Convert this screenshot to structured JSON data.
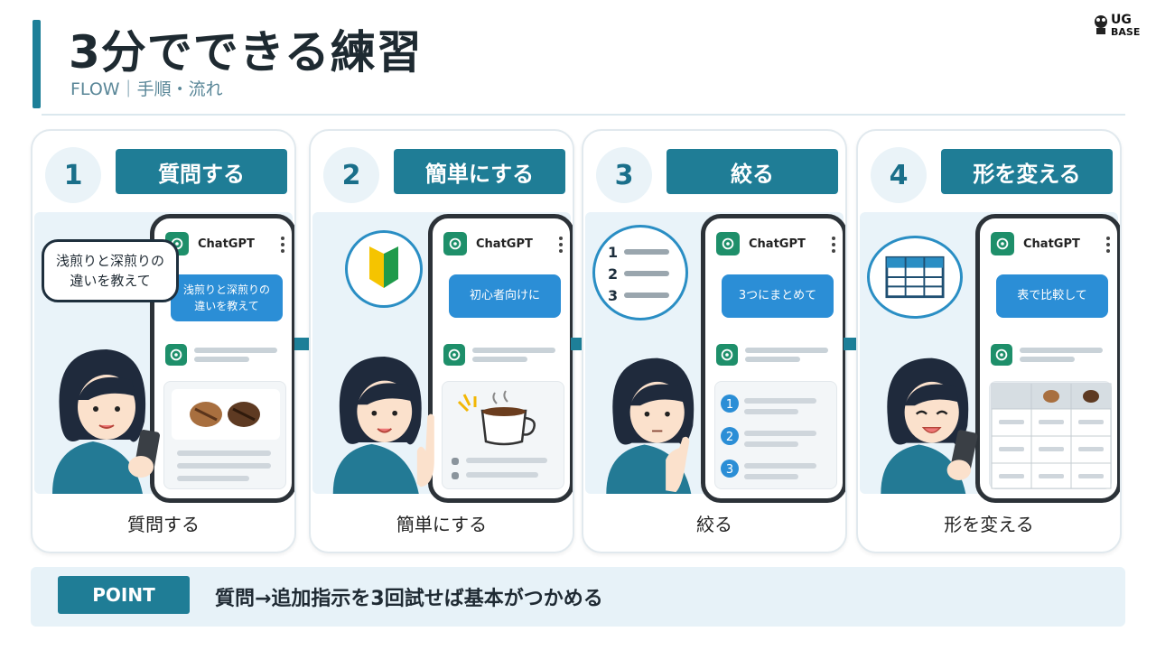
{
  "header": {
    "title": "3分でできる練習",
    "subtitle": "FLOW｜手順・流れ",
    "logo_text_top": "UG",
    "logo_text_bottom": "BASE"
  },
  "steps": [
    {
      "number": "1",
      "banner": "質問する",
      "caption": "質問する",
      "app_name": "ChatGPT",
      "speech": "浅煎りと深煎りの違いを教えて",
      "user_message": "浅煎りと深煎りの違いを教えて"
    },
    {
      "number": "2",
      "banner": "簡単にする",
      "caption": "簡単にする",
      "app_name": "ChatGPT",
      "user_message": "初心者向けに"
    },
    {
      "number": "3",
      "banner": "絞る",
      "caption": "絞る",
      "app_name": "ChatGPT",
      "user_message": "3つにまとめて",
      "list_numbers": [
        "1",
        "2",
        "3"
      ]
    },
    {
      "number": "4",
      "banner": "形を変える",
      "caption": "形を変える",
      "app_name": "ChatGPT",
      "user_message": "表で比較して"
    }
  ],
  "point": {
    "label": "POINT",
    "text": "質問→追加指示を3回試せば基本がつかめる"
  },
  "colors": {
    "accent": "#1f7d96",
    "bubble": "#2b8ed6",
    "gpt": "#1e8f6a",
    "hair": "#1f2a3c",
    "shirt": "#237a95"
  }
}
